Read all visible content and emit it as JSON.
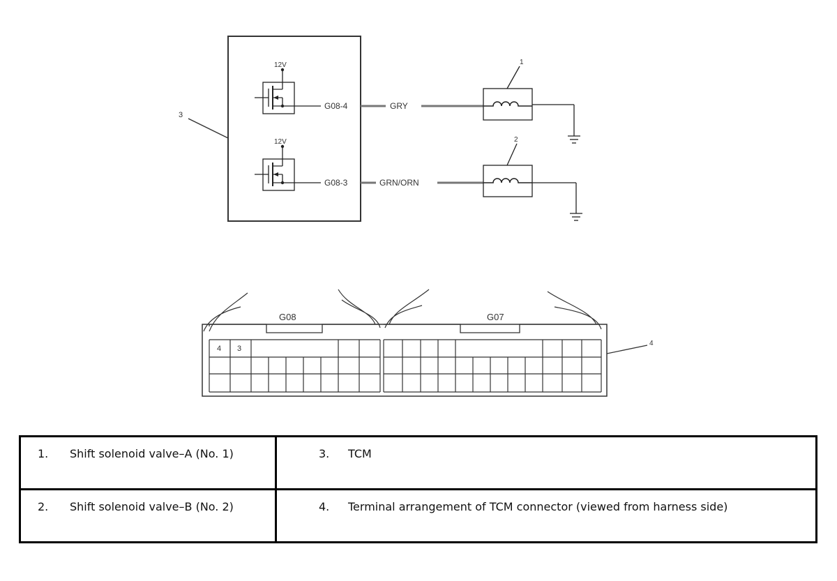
{
  "callouts": [
    "1",
    "2",
    "3",
    "4"
  ],
  "circuit": {
    "voltage_top": "12V",
    "voltage_bottom": "12V",
    "pin_top": "G08-4",
    "pin_bottom": "G08-3",
    "wire_top": "GRY",
    "wire_bottom": "GRN/ORN"
  },
  "connector": {
    "left_label": "G08",
    "right_label": "G07",
    "pin_labels": [
      "4",
      "3"
    ]
  },
  "legend": [
    {
      "number": "1.",
      "text": "Shift solenoid valve–A (No. 1)"
    },
    {
      "number": "3.",
      "text": "TCM"
    },
    {
      "number": "2.",
      "text": "Shift solenoid valve–B (No. 2)"
    },
    {
      "number": "4.",
      "text": "Terminal arrangement of TCM connector (viewed from harness side)"
    }
  ]
}
